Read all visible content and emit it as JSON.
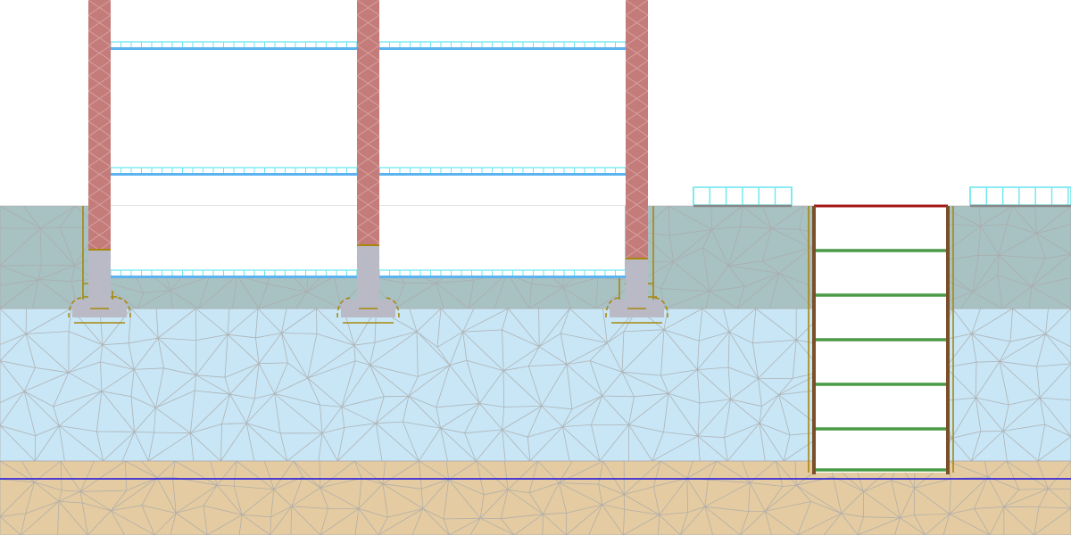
{
  "model": {
    "soil_layers": [
      {
        "name": "upper-soil-layer",
        "color": "#a8c1c3"
      },
      {
        "name": "middle-soil-layer",
        "color": "#c8e6f6"
      },
      {
        "name": "lower-soil-layer",
        "color": "#e4cba1"
      }
    ],
    "mesh_color": "#aaaaaa",
    "water_table_color": "#1a10e0",
    "column_color": "#c47c7a",
    "column_lower_color": "#b9bac6",
    "interface_color": "#a8870c",
    "slab_load_color": "#6ee7ee",
    "slab_color": "#5bb3f0",
    "surface_load_color": "#6ee7ee",
    "excavation_top_color": "#a31515",
    "wall_color": "#7b4f27",
    "strut_color": "#4a9a46",
    "building": {
      "columns": 3,
      "bays": 2,
      "floor_levels": 3
    },
    "excavation": {
      "strut_levels": 6
    }
  }
}
